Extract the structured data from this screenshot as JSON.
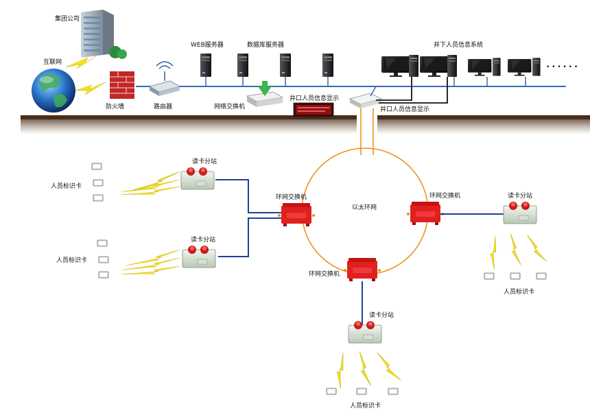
{
  "labels": {
    "company": "集团公司",
    "internet": "互联网",
    "firewall": "防火墙",
    "router": "路由器",
    "web_server": "WEB服务器",
    "db_server": "数据库服务器",
    "network_switch": "网络交换机",
    "shaft_display_1": "井口人员信息显示",
    "shaft_display_2": "井口人员信息显示",
    "underground_system": "井下人员信息系统",
    "dots": "• • • • • •",
    "ethernet_ring": "以太环网",
    "ring_switch_left": "环网交换机",
    "ring_switch_right": "环网交换机",
    "ring_switch_bottom": "环网交换机",
    "reader_top_left": "读卡分站",
    "reader_mid_left": "读卡分站",
    "reader_right": "读卡分站",
    "reader_bottom": "读卡分站",
    "card_top_left": "人员标识卡",
    "card_mid_left": "人员标识卡",
    "card_right": "人员标识卡",
    "card_bottom": "人员标识卡"
  },
  "colors": {
    "backbone": "#2f6db5",
    "ring": "#f0901e",
    "ground": "#5a3a24",
    "switch_red": "#e02020",
    "signal_yellow": "#f5e21a"
  }
}
